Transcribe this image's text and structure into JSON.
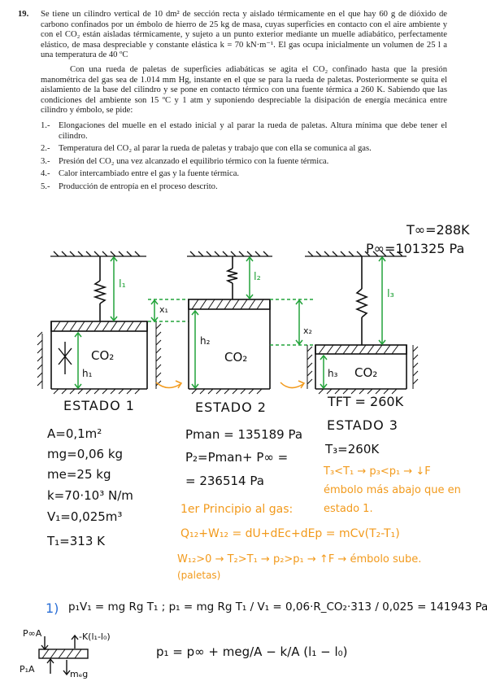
{
  "problem": {
    "number": "19.",
    "para1": "Se tiene un cilindro vertical de 10 dm² de sección recta y aislado térmicamente en el que hay 60 g de dióxido de carbono confinados por un émbolo de hierro de 25 kg de masa, cuyas superficies en contacto con el aire ambiente y con el CO₂ están aisladas térmicamente, y sujeto a un punto exterior mediante un muelle adiabático, perfectamente elástico, de masa despreciable y constante elástica k = 70 kN·m⁻¹. El gas ocupa inicialmente un volumen de 25 l a una temperatura de 40 ºC",
    "para2": "Con una rueda de paletas de superficies adiabáticas se agita el CO₂ confinado hasta que la presión manométrica del gas sea de 1.014 mm Hg, instante en el que se para la rueda de paletas. Posteriormente se quita el aislamiento de la base del cilindro y se pone en contacto térmico con una fuente térmica a 260 K. Sabiendo que las condiciones del ambiente son 15 ºC y 1 atm y suponiendo despreciable la disipación de energía mecánica entre cilindro y émbolo, se pide:",
    "questions": [
      {
        "n": "1.-",
        "text": "Elongaciones del muelle en el estado inicial y al parar la rueda de paletas. Altura mínima que debe tener el cilindro."
      },
      {
        "n": "2.-",
        "text": "Temperatura del CO₂ al parar la rueda de paletas y trabajo que con ella se comunica al gas."
      },
      {
        "n": "3.-",
        "text": "Presión del CO₂ una vez alcanzado el equilibrio térmico con la fuente térmica."
      },
      {
        "n": "4.-",
        "text": "Calor intercambiado entre el gas y la fuente térmica."
      },
      {
        "n": "5.-",
        "text": "Producción de entropía en el proceso descrito."
      }
    ]
  },
  "notes": {
    "t_inf": "T∞=288K",
    "p_inf": "P∞=101325 Pa",
    "l1": "l₁",
    "l2": "l₂",
    "l3": "l₃",
    "x1": "x₁",
    "x2": "x₂",
    "h1": "h₁",
    "h2": "h₂",
    "h3": "h₃",
    "co2": "CO₂",
    "estado1": "ESTADO 1",
    "estado2": "ESTADO 2",
    "estado3": "ESTADO 3",
    "tft": "TFT = 260K",
    "givens": [
      "A=0,1m²",
      "mg=0,06 kg",
      "me=25 kg",
      "k=70·10³ N/m",
      "V₁=0,025m³",
      "T₁=313 K"
    ],
    "pman": "Pman = 135189 Pa",
    "p2": "P₂=Pman+ P∞ =",
    "p2val": "= 236514 Pa",
    "t3": "T₃=260K",
    "t3note1": "T₃<T₁ → p₃<p₁ → ↓F",
    "t3note2": "émbolo más abajo que en",
    "t3note3": "estado 1.",
    "principio": "1er Principio al gas:",
    "eq1": "Q₁₂+W₁₂ = dU+dEc+dEp = mCv(T₂-T₁)",
    "eq2": "W₁₂>0 → T₂>T₁ → p₂>p₁ → ↑F → émbolo sube.",
    "paletas": "(paletas)",
    "ans1_num": "1)",
    "ans1": "p₁V₁ = mg Rg T₁ ;  p₁ = mg Rg T₁ / V₁ = 0,06·R_CO₂·313 / 0,025 = 141943 Pa",
    "fbd_top_left": "P∞A",
    "fbd_top_right": "-K(l₁-l₀)",
    "fbd_bottom_left": "P₁A",
    "fbd_bottom_right": "mₑg",
    "balance": "p₁ = p∞ + meg/A − k/A (l₁ − l₀)"
  }
}
